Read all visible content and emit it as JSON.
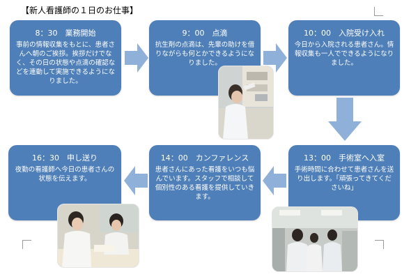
{
  "title": "【新人看護師の１日のお仕事】",
  "steps": [
    {
      "time_label": "8：30　業務開始",
      "description": "事前の情報収集をもとに、患者さんへ朝のご挨拶。挨拶だけでなく、その日の状態や点滴の確認などを連動して実施できるようになりました。"
    },
    {
      "time_label": "9：00　点滴",
      "description": "抗生剤の点滴は、先輩の助けを借りながらも何とかできるようになりました。"
    },
    {
      "time_label": "10：00　入院受け入れ",
      "description": "今日から入院される患者さん。情報収集も一人でできるようになりました。"
    },
    {
      "time_label": "13：00　手術室へ入室",
      "description": "手術時間に合わせて患者さんを送り出します。「頑張ってきてくださいね」"
    },
    {
      "time_label": "14：00　カンファレンス",
      "description": "患者さんにあった看護をいつも悩んでいます。スタッフで相談して個別性のある看護を提供していきます。"
    },
    {
      "time_label": "16：30　申し送り",
      "description": "夜勤の看護師へ今日の患者さんの状態を伝えます。"
    }
  ],
  "colors": {
    "box": "#4f7fb8",
    "arrow": "#8fb0d8",
    "text": "#ffffff"
  }
}
